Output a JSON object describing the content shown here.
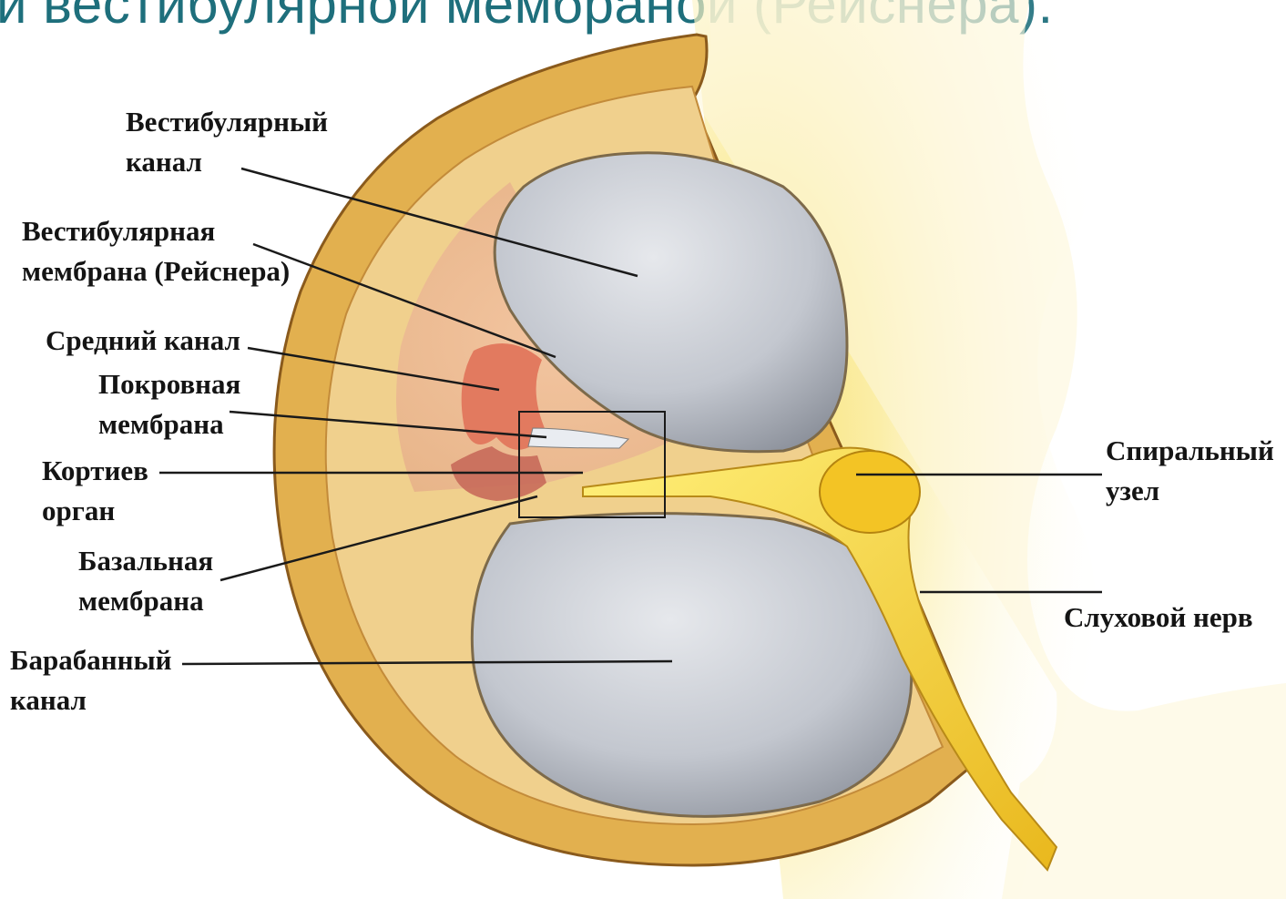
{
  "slide": {
    "title_fragment": "и вестибулярной мембраной (Рейснера)."
  },
  "labels": {
    "vestibular_canal": [
      "Вестибулярный",
      "канал"
    ],
    "reissner_membrane": [
      "Вестибулярная",
      "мембрана (Рейснера)"
    ],
    "middle_canal": [
      "Средний канал"
    ],
    "tectorial_membrane": [
      "Покровная",
      "мембрана"
    ],
    "organ_of_corti": [
      "Кортиев",
      "орган"
    ],
    "basilar_membrane": [
      "Базальная",
      "мембрана"
    ],
    "tympanic_canal": [
      "Барабанный",
      "канал"
    ],
    "spiral_ganglion": [
      "Спиральный",
      "узел"
    ],
    "auditory_nerve": [
      "Слуховой нерв"
    ]
  },
  "colors": {
    "title": "#1e6f7c",
    "bone": "#e2b04f",
    "canal_fill": "#c8ccd3",
    "nerve": "#f2cf2c",
    "middle_canal": "#e07a5e",
    "leader_lines": "#1a1a1a"
  }
}
